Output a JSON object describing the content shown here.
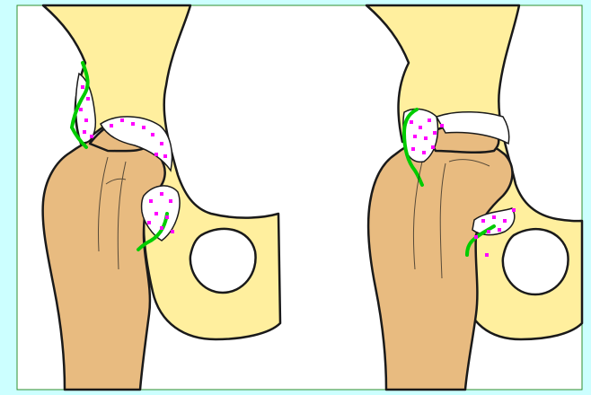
{
  "figure": {
    "panels": [
      {
        "id": "left",
        "subject": "hip-joint"
      },
      {
        "id": "right",
        "subject": "hip-joint"
      }
    ]
  },
  "colors": {
    "page_bg": "#ccffff",
    "frame_border": "#2f8f2f",
    "panel_bg": "#ffffff",
    "bone": "#ffef9e",
    "femur": "#e8bb80",
    "outline": "#1a1a1a",
    "cartilage": "#ffffff",
    "bone_marks": "#ff00ff",
    "contour": "#00cc00"
  }
}
